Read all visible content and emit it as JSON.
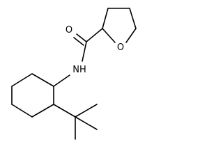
{
  "molecule": {
    "atom_labels": {
      "carbonyl_oxygen": "O",
      "ring_oxygen": "O",
      "amide_nitrogen": "NH"
    },
    "colors": {
      "bond": "#000000",
      "label": "#000000",
      "background": "#ffffff"
    }
  }
}
